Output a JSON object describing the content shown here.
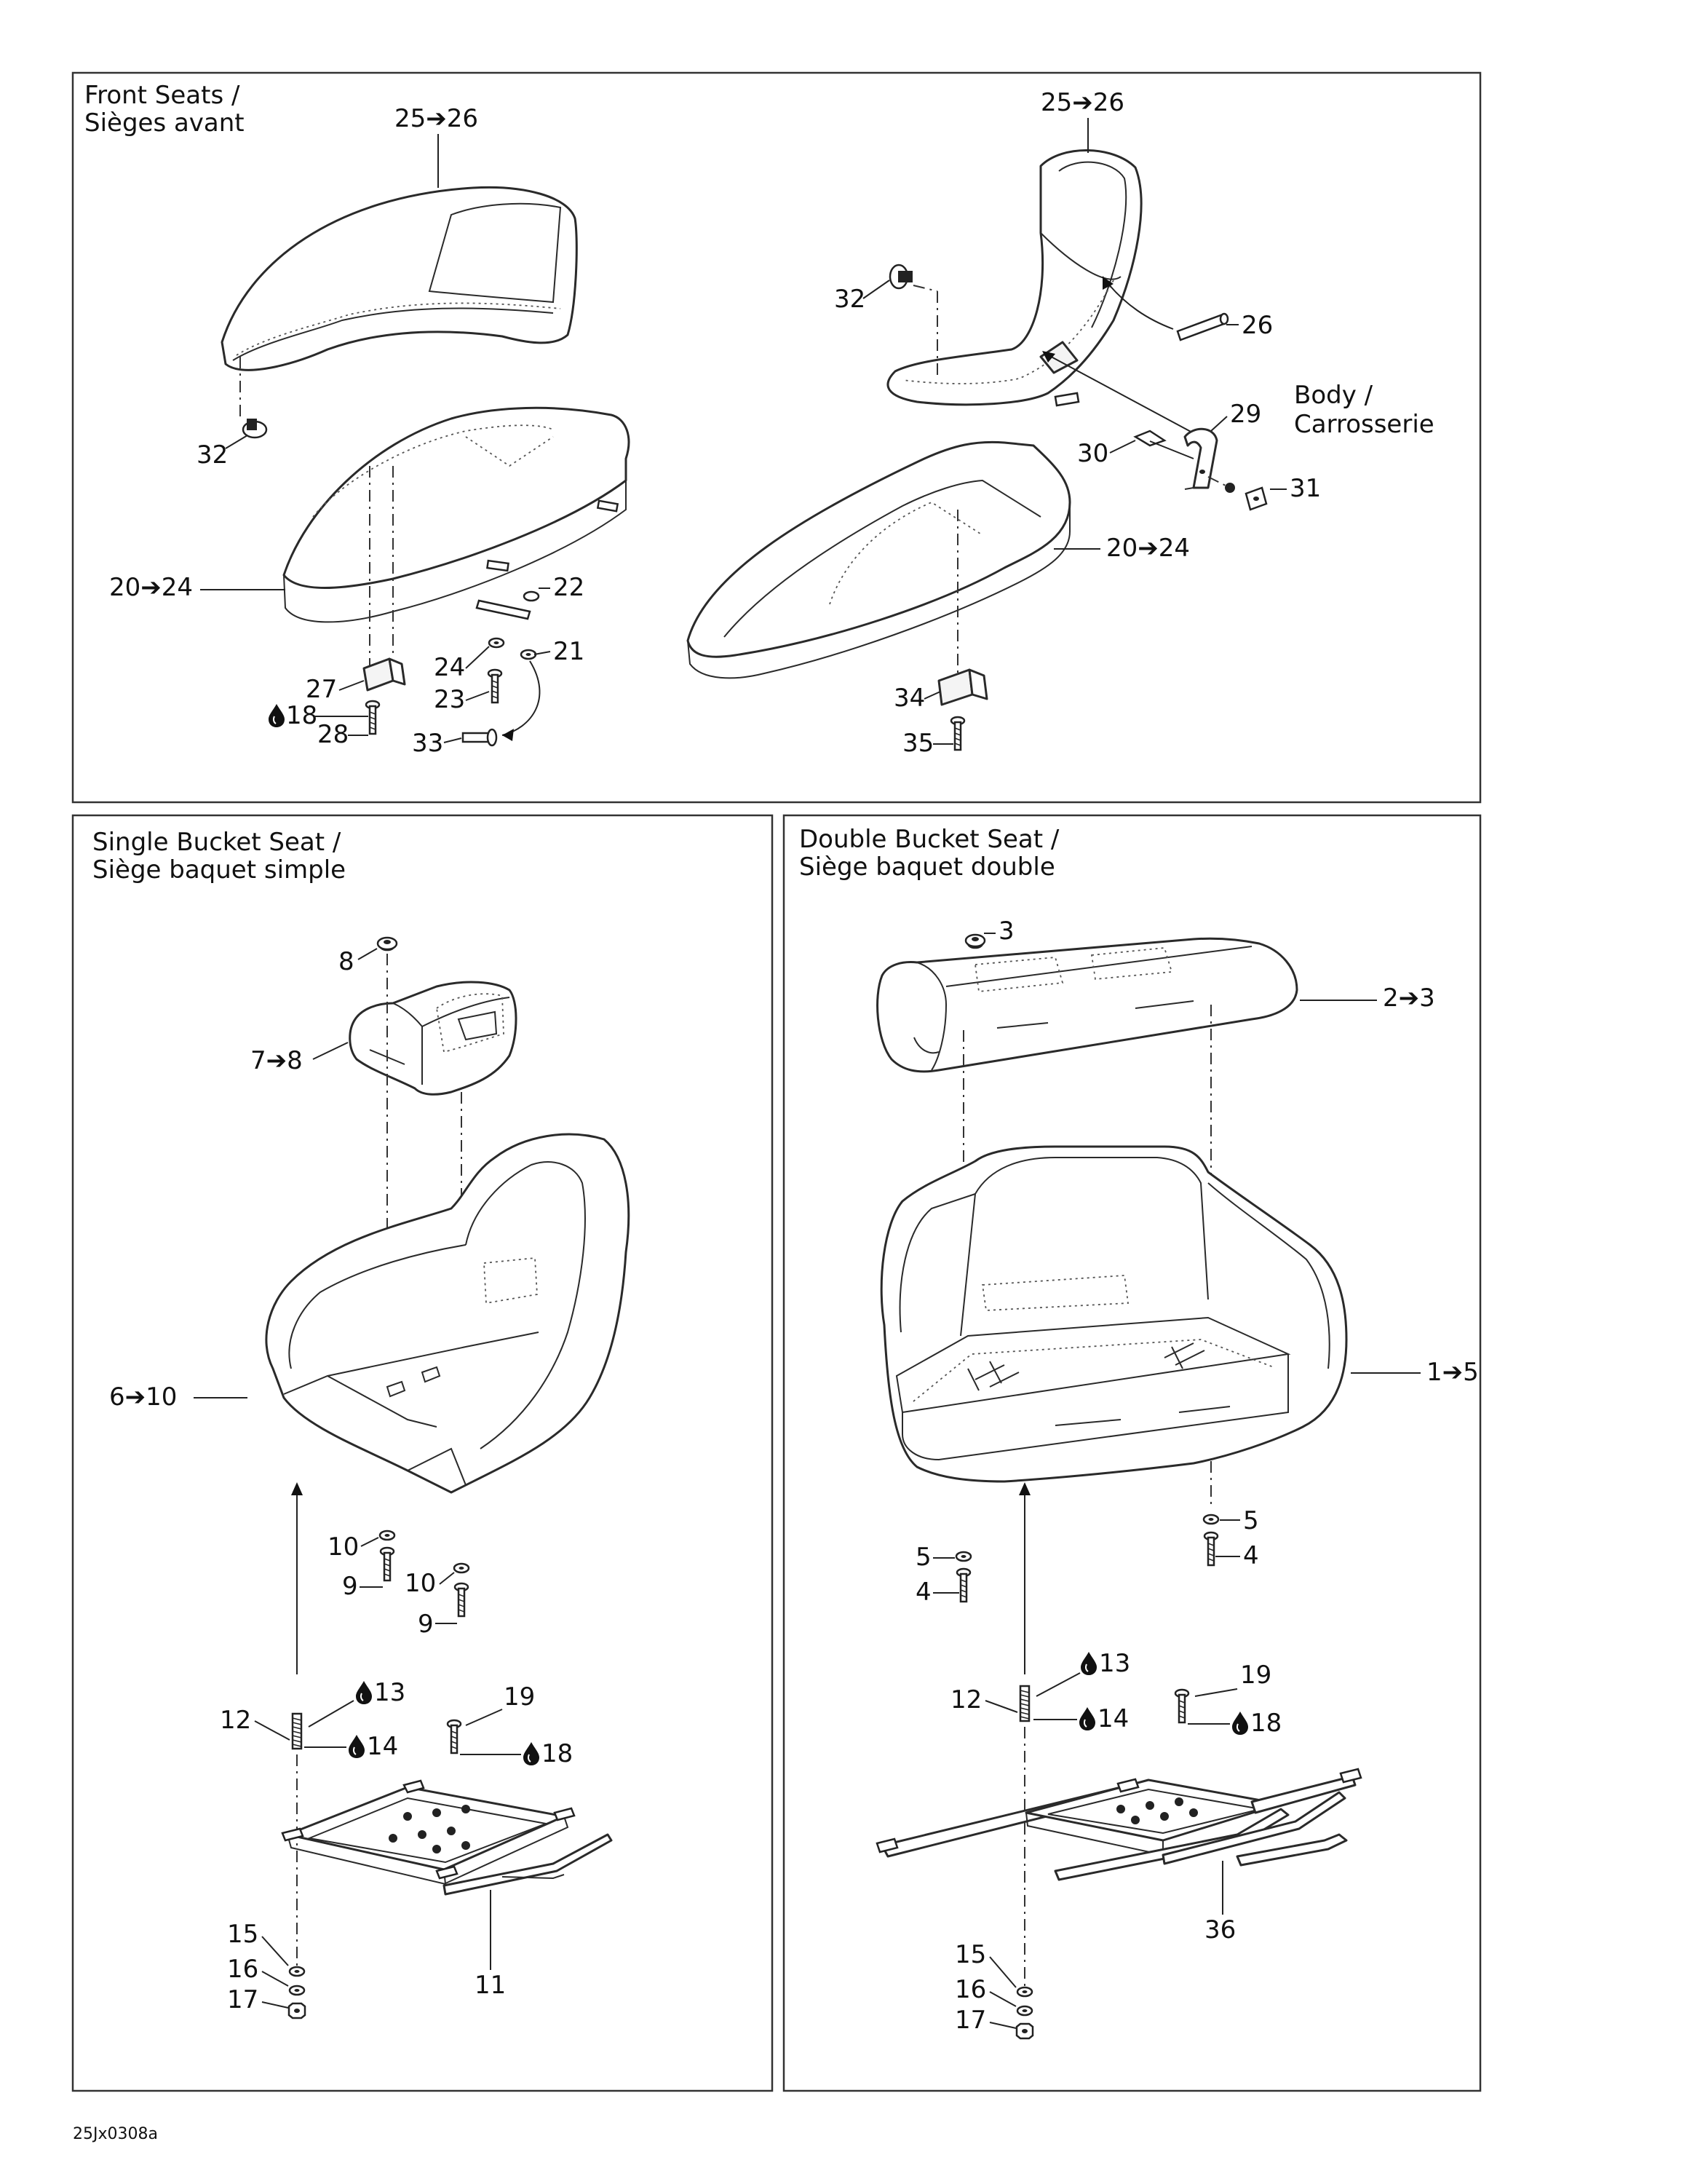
{
  "panels": {
    "front": {
      "title_line1": "Front Seats /",
      "title_line2": "Sièges avant"
    },
    "single": {
      "title_line1": "Single Bucket Seat /",
      "title_line2": "Siège baquet simple"
    },
    "double": {
      "title_line1": "Double Bucket Seat /",
      "title_line2": "Siège baquet double"
    }
  },
  "callouts": {
    "front_left": {
      "c25_26": "25➔26",
      "c32": "32",
      "c20_24": "20➔24",
      "c22": "22",
      "c21": "21",
      "c24": "24",
      "c23": "23",
      "c27": "27",
      "c18": "18",
      "c28": "28",
      "c33": "33"
    },
    "front_right": {
      "c25_26": "25➔26",
      "c32": "32",
      "c26": "26",
      "body_line1": "Body /",
      "body_line2": "Carrosserie",
      "c29": "29",
      "c30": "30",
      "c31": "31",
      "c20_24": "20➔24",
      "c34": "34",
      "c35": "35"
    },
    "single": {
      "c8": "8",
      "c7_8": "7➔8",
      "c6_10": "6➔10",
      "c10a": "10",
      "c9a": "9",
      "c10b": "10",
      "c9b": "9",
      "c13": "13",
      "c12": "12",
      "c14": "14",
      "c19": "19",
      "c18": "18",
      "c15": "15",
      "c16": "16",
      "c17": "17",
      "c11": "11"
    },
    "double": {
      "c3": "3",
      "c2_3": "2➔3",
      "c1_5": "1➔5",
      "c5a": "5",
      "c4a": "4",
      "c5b": "5",
      "c4b": "4",
      "c13": "13",
      "c12": "12",
      "c14": "14",
      "c19": "19",
      "c18": "18",
      "c15": "15",
      "c16": "16",
      "c17": "17",
      "c36": "36"
    }
  },
  "footer": {
    "drawing_code": "25Jx0308a"
  },
  "icons": {
    "adhesive": "drop-icon"
  }
}
